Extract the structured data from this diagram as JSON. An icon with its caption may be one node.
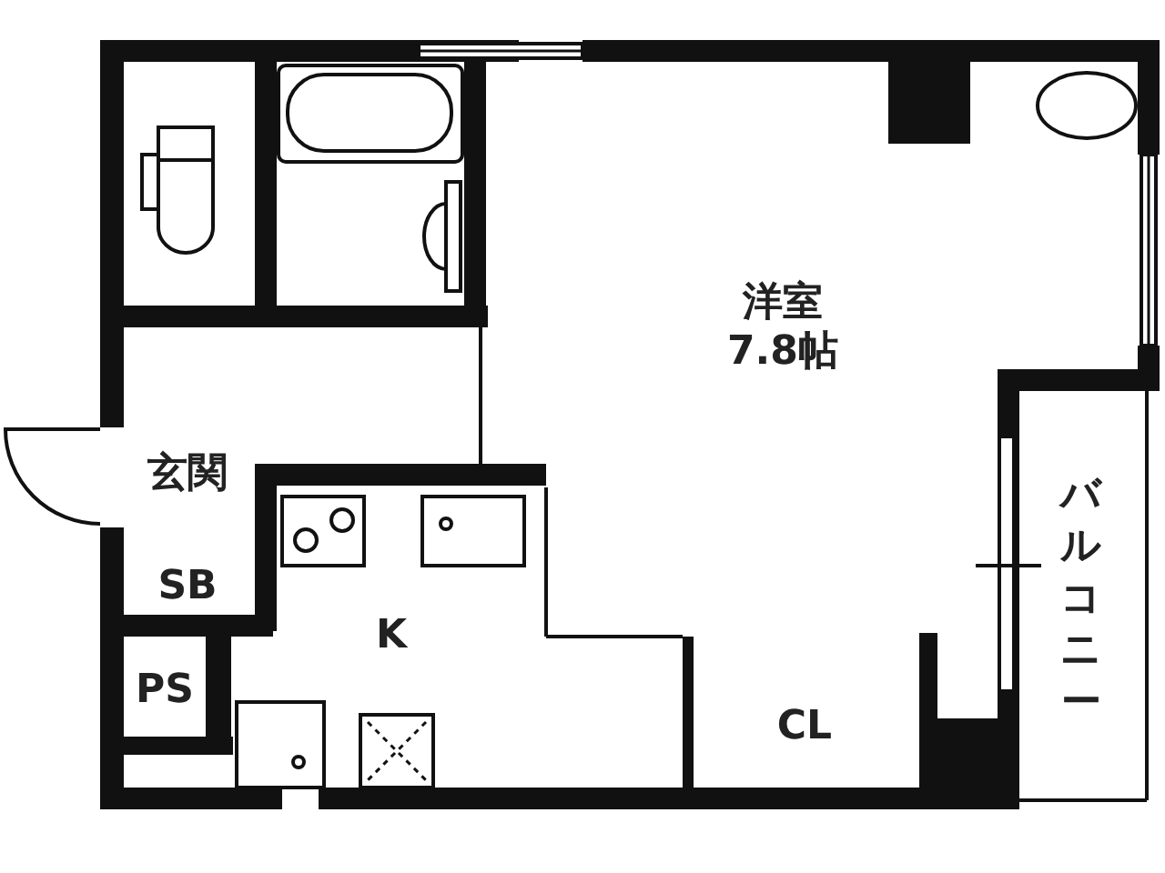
{
  "diagram": {
    "nodes": [
      {
        "text": [
          "洋室",
          "7.8帖"
        ]
      },
      {
        "text": [
          "玄関"
        ]
      },
      {
        "text": [
          "SB"
        ]
      },
      {
        "text": [
          "K"
        ]
      },
      {
        "text": [
          "PS"
        ]
      },
      {
        "text": [
          "CL"
        ]
      },
      {
        "text": [
          "バルコニー"
        ]
      }
    ]
  }
}
